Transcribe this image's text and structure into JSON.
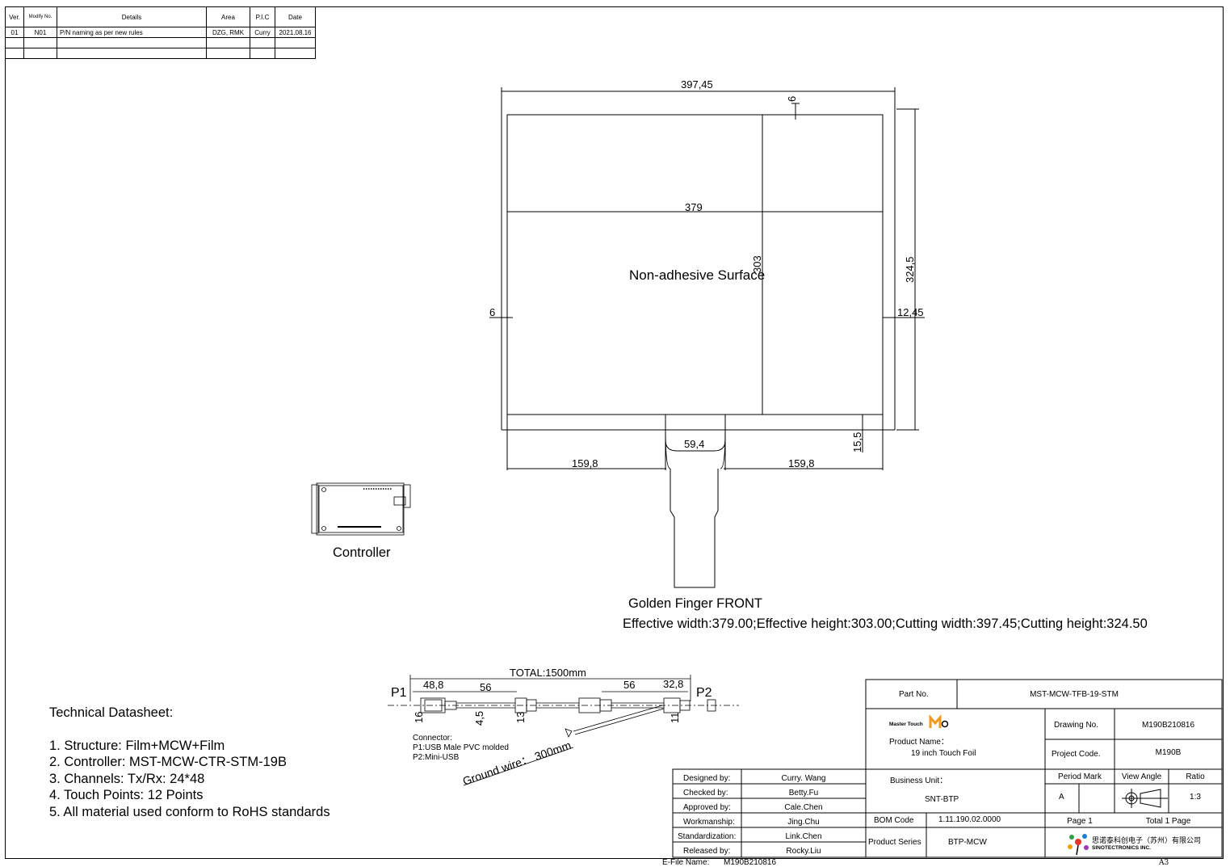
{
  "revision_table": {
    "headers": [
      "Ver.",
      "Modify No.",
      "Details",
      "Area",
      "P.I.C",
      "Date"
    ],
    "rows": [
      [
        "01",
        "N01",
        "P/N naming as per new rules",
        "DZG, RMK",
        "Curry",
        "2021.08.16"
      ],
      [
        "",
        "",
        "",
        "",
        "",
        ""
      ],
      [
        "",
        "",
        "",
        "",
        "",
        ""
      ]
    ]
  },
  "drawing": {
    "dim_cut_width": "397,45",
    "dim_top_margin": "6",
    "dim_eff_width": "379",
    "dim_eff_height": "303",
    "dim_cut_height": "324,5",
    "dim_left_margin": "6",
    "dim_right_margin": "12,45",
    "dim_tail_width": "59,4",
    "dim_bottom_left": "159,8",
    "dim_bottom_right": "159,8",
    "dim_bottom_strip": "15,5",
    "surface_label": "Non-adhesive Surface",
    "controller_label": "Controller",
    "golden_finger_label": "Golden Finger FRONT",
    "effective_summary": "Effective width:379.00;Effective height:303.00;Cutting width:397.45;Cutting height:324.50"
  },
  "cable": {
    "total": "TOTAL:1500mm",
    "p1": "P1",
    "p2": "P2",
    "d1": "48,8",
    "d2": "56",
    "d3": "56",
    "d4": "32,8",
    "h1": "16",
    "h2": "4,5",
    "h3": "13",
    "h4": "11",
    "connector_title": "Connector:",
    "connector_p1": "P1:USB Male PVC molded",
    "connector_p2": "P2:Mini-USB",
    "ground_wire": "Ground wire： 300mm"
  },
  "notes": {
    "title": "Technical Datasheet:",
    "items": [
      "1. Structure: Film+MCW+Film",
      "2. Controller: MST-MCW-CTR-STM-19B",
      "3. Channels: Tx/Rx: 24*48",
      "4. Touch Points: 12 Points",
      "5. All material used conform to RoHS standards"
    ]
  },
  "signoff": [
    {
      "role": "Designed by:",
      "name": "Curry. Wang"
    },
    {
      "role": "Checked by:",
      "name": "Betty.Fu"
    },
    {
      "role": "Approved by:",
      "name": "Cale.Chen"
    },
    {
      "role": "Workmanship:",
      "name": "Jing.Chu"
    },
    {
      "role": "Standardization:",
      "name": "Link.Chen"
    },
    {
      "role": "Released by:",
      "name": "Rocky.Liu"
    }
  ],
  "title_block": {
    "part_no_label": "Part No.",
    "part_no": "MST-MCW-TFB-19-STM",
    "brand": "Master Touch",
    "product_name_label": "Product Name：",
    "product_name": "19 inch Touch Foil",
    "drawing_no_label": "Drawing No.",
    "drawing_no": "M190B210816",
    "project_code_label": "Project Code.",
    "project_code": "M190B",
    "business_unit_label": "Business Unit：",
    "business_unit": "SNT-BTP",
    "period_mark_label": "Period Mark",
    "view_angle_label": "View Angle",
    "ratio_label": "Ratio",
    "period_mark": "A",
    "ratio": "1:3",
    "bom_code_label": "BOM Code",
    "bom_code": "1.11.190.02.0000",
    "page": "Page 1",
    "total_pages": "Total 1 Page",
    "product_series_label": "Product Series",
    "product_series": "BTP-MCW",
    "company_cn": "思诺泰科创电子（苏州）有限公司",
    "company_en": "SINOTECTRONICS INC."
  },
  "footer": {
    "efile_label": "E-File Name:",
    "efile": "M190B210816",
    "sheet_size": "A3"
  }
}
